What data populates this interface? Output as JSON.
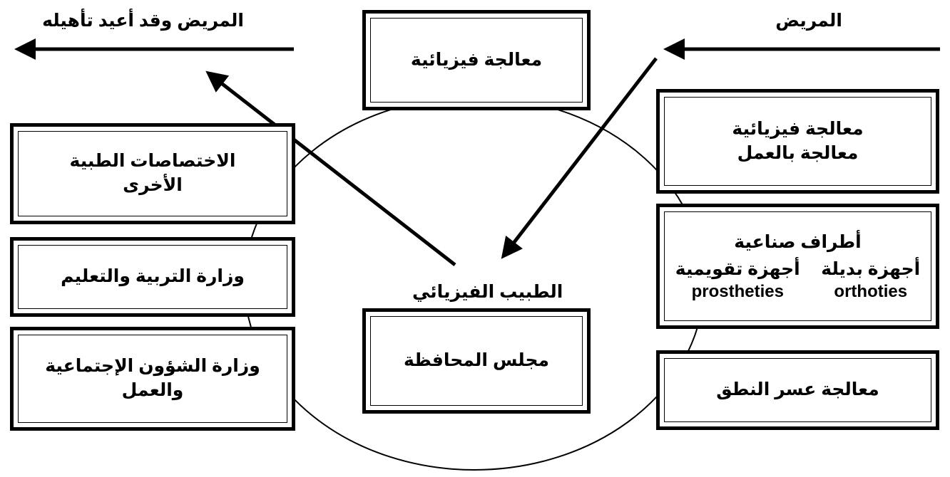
{
  "labels": {
    "patient": "المريض",
    "patient_rehabilitated": "المريض وقد أعيد تأهيله",
    "physiatrist": "الطبيب الفيزيائي"
  },
  "boxes": {
    "physical_therapy_top": "معالجة فيزيائية",
    "therapy_group": {
      "line1": "معالجة فيزيائية",
      "line2": "معالجة بالعمل"
    },
    "prosthetics": {
      "title": "أطراف صناعية",
      "right_ar": "أجهزة بديلة",
      "right_en": "orthoties",
      "left_ar": "أجهزة تقويمية",
      "left_en": "prostheties"
    },
    "speech_therapy": "معالجة عسر النطق",
    "other_specialties": {
      "line1": "الاختصاصات الطبية",
      "line2": "الأخرى"
    },
    "ministry_education": "وزارة التربية والتعليم",
    "ministry_social": {
      "line1": "وزارة الشؤون الإجتماعية",
      "line2": "والعمل"
    },
    "governorate_council": "مجلس المحافظة"
  }
}
